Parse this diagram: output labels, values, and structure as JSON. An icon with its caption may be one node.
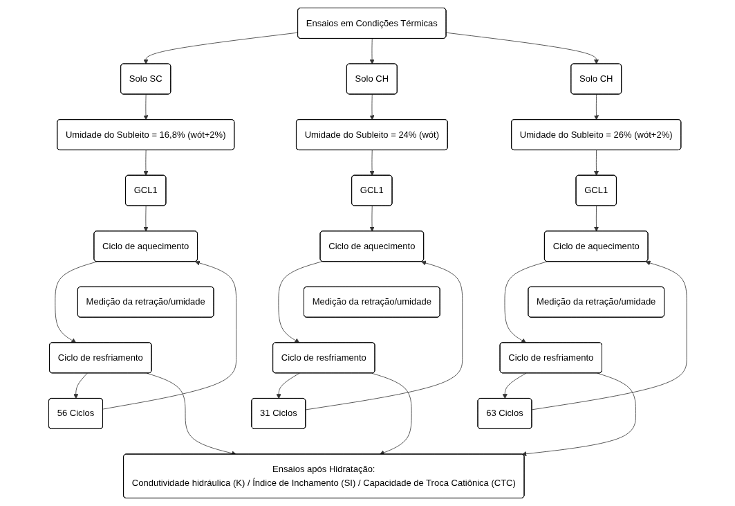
{
  "diagram": {
    "nodes": [
      {
        "text": [
          "Ensaios em Condições Térmicas"
        ]
      },
      {
        "text": [
          "Solo SC"
        ]
      },
      {
        "text": [
          "Umidade do Subleito = 16,8% (wót+2%)"
        ]
      },
      {
        "text": [
          "GCL1"
        ]
      },
      {
        "text": [
          "Ciclo de aquecimento"
        ]
      },
      {
        "text": [
          "56 Ciclos"
        ]
      },
      {
        "text": [
          "Medição da retração/umidade"
        ]
      },
      {
        "text": [
          "Ciclo de resfriamento"
        ]
      },
      {
        "text": [
          "Solo CH"
        ]
      },
      {
        "text": [
          "Umidade do Subleito = 24% (wót)"
        ]
      },
      {
        "text": [
          "GCL1"
        ]
      },
      {
        "text": [
          "Ciclo de aquecimento"
        ]
      },
      {
        "text": [
          "31 Ciclos"
        ]
      },
      {
        "text": [
          "Medição da retração/umidade"
        ]
      },
      {
        "text": [
          "Ciclo de resfriamento"
        ]
      },
      {
        "text": [
          "Solo CH"
        ]
      },
      {
        "text": [
          "Umidade do Subleito = 26% (wót+2%)"
        ]
      },
      {
        "text": [
          "GCL1"
        ]
      },
      {
        "text": [
          "Ciclo de aquecimento"
        ]
      },
      {
        "text": [
          "63 Ciclos"
        ]
      },
      {
        "text": [
          "Medição da retração/umidade"
        ]
      },
      {
        "text": [
          "Ciclo de resfriamento"
        ]
      },
      {
        "text": [
          "Ensaios após Hidratação:",
          "Condutividade hidráulica (K) / Índice de Inchamento (SI) / Capacidade de Troca Catiônica (CTC)"
        ]
      }
    ],
    "edges": [
      {
        "from": 0,
        "to": 1,
        "arrow": "to"
      },
      {
        "from": 1,
        "to": 2,
        "arrow": "to"
      },
      {
        "from": 2,
        "to": 3,
        "arrow": "to"
      },
      {
        "from": 3,
        "to": 4,
        "arrow": "to"
      },
      {
        "from": 4,
        "to": 7,
        "arrow": "to"
      },
      {
        "from": 7,
        "to": 5,
        "arrow": "to"
      },
      {
        "from": 5,
        "to": 4,
        "arrow": "to"
      },
      {
        "from": 7,
        "to": 22,
        "arrow": "to"
      },
      {
        "from": 0,
        "to": 8,
        "arrow": "to"
      },
      {
        "from": 8,
        "to": 9,
        "arrow": "to"
      },
      {
        "from": 9,
        "to": 10,
        "arrow": "to"
      },
      {
        "from": 10,
        "to": 11,
        "arrow": "to"
      },
      {
        "from": 11,
        "to": 14,
        "arrow": "to"
      },
      {
        "from": 14,
        "to": 12,
        "arrow": "to"
      },
      {
        "from": 12,
        "to": 11,
        "arrow": "to"
      },
      {
        "from": 14,
        "to": 22,
        "arrow": "to"
      },
      {
        "from": 0,
        "to": 15,
        "arrow": "to"
      },
      {
        "from": 15,
        "to": 16,
        "arrow": "to"
      },
      {
        "from": 16,
        "to": 17,
        "arrow": "to"
      },
      {
        "from": 17,
        "to": 18,
        "arrow": "to"
      },
      {
        "from": 18,
        "to": 21,
        "arrow": "to"
      },
      {
        "from": 21,
        "to": 19,
        "arrow": "to"
      },
      {
        "from": 19,
        "to": 18,
        "arrow": "to"
      },
      {
        "from": 21,
        "to": 22,
        "arrow": "to"
      }
    ]
  }
}
